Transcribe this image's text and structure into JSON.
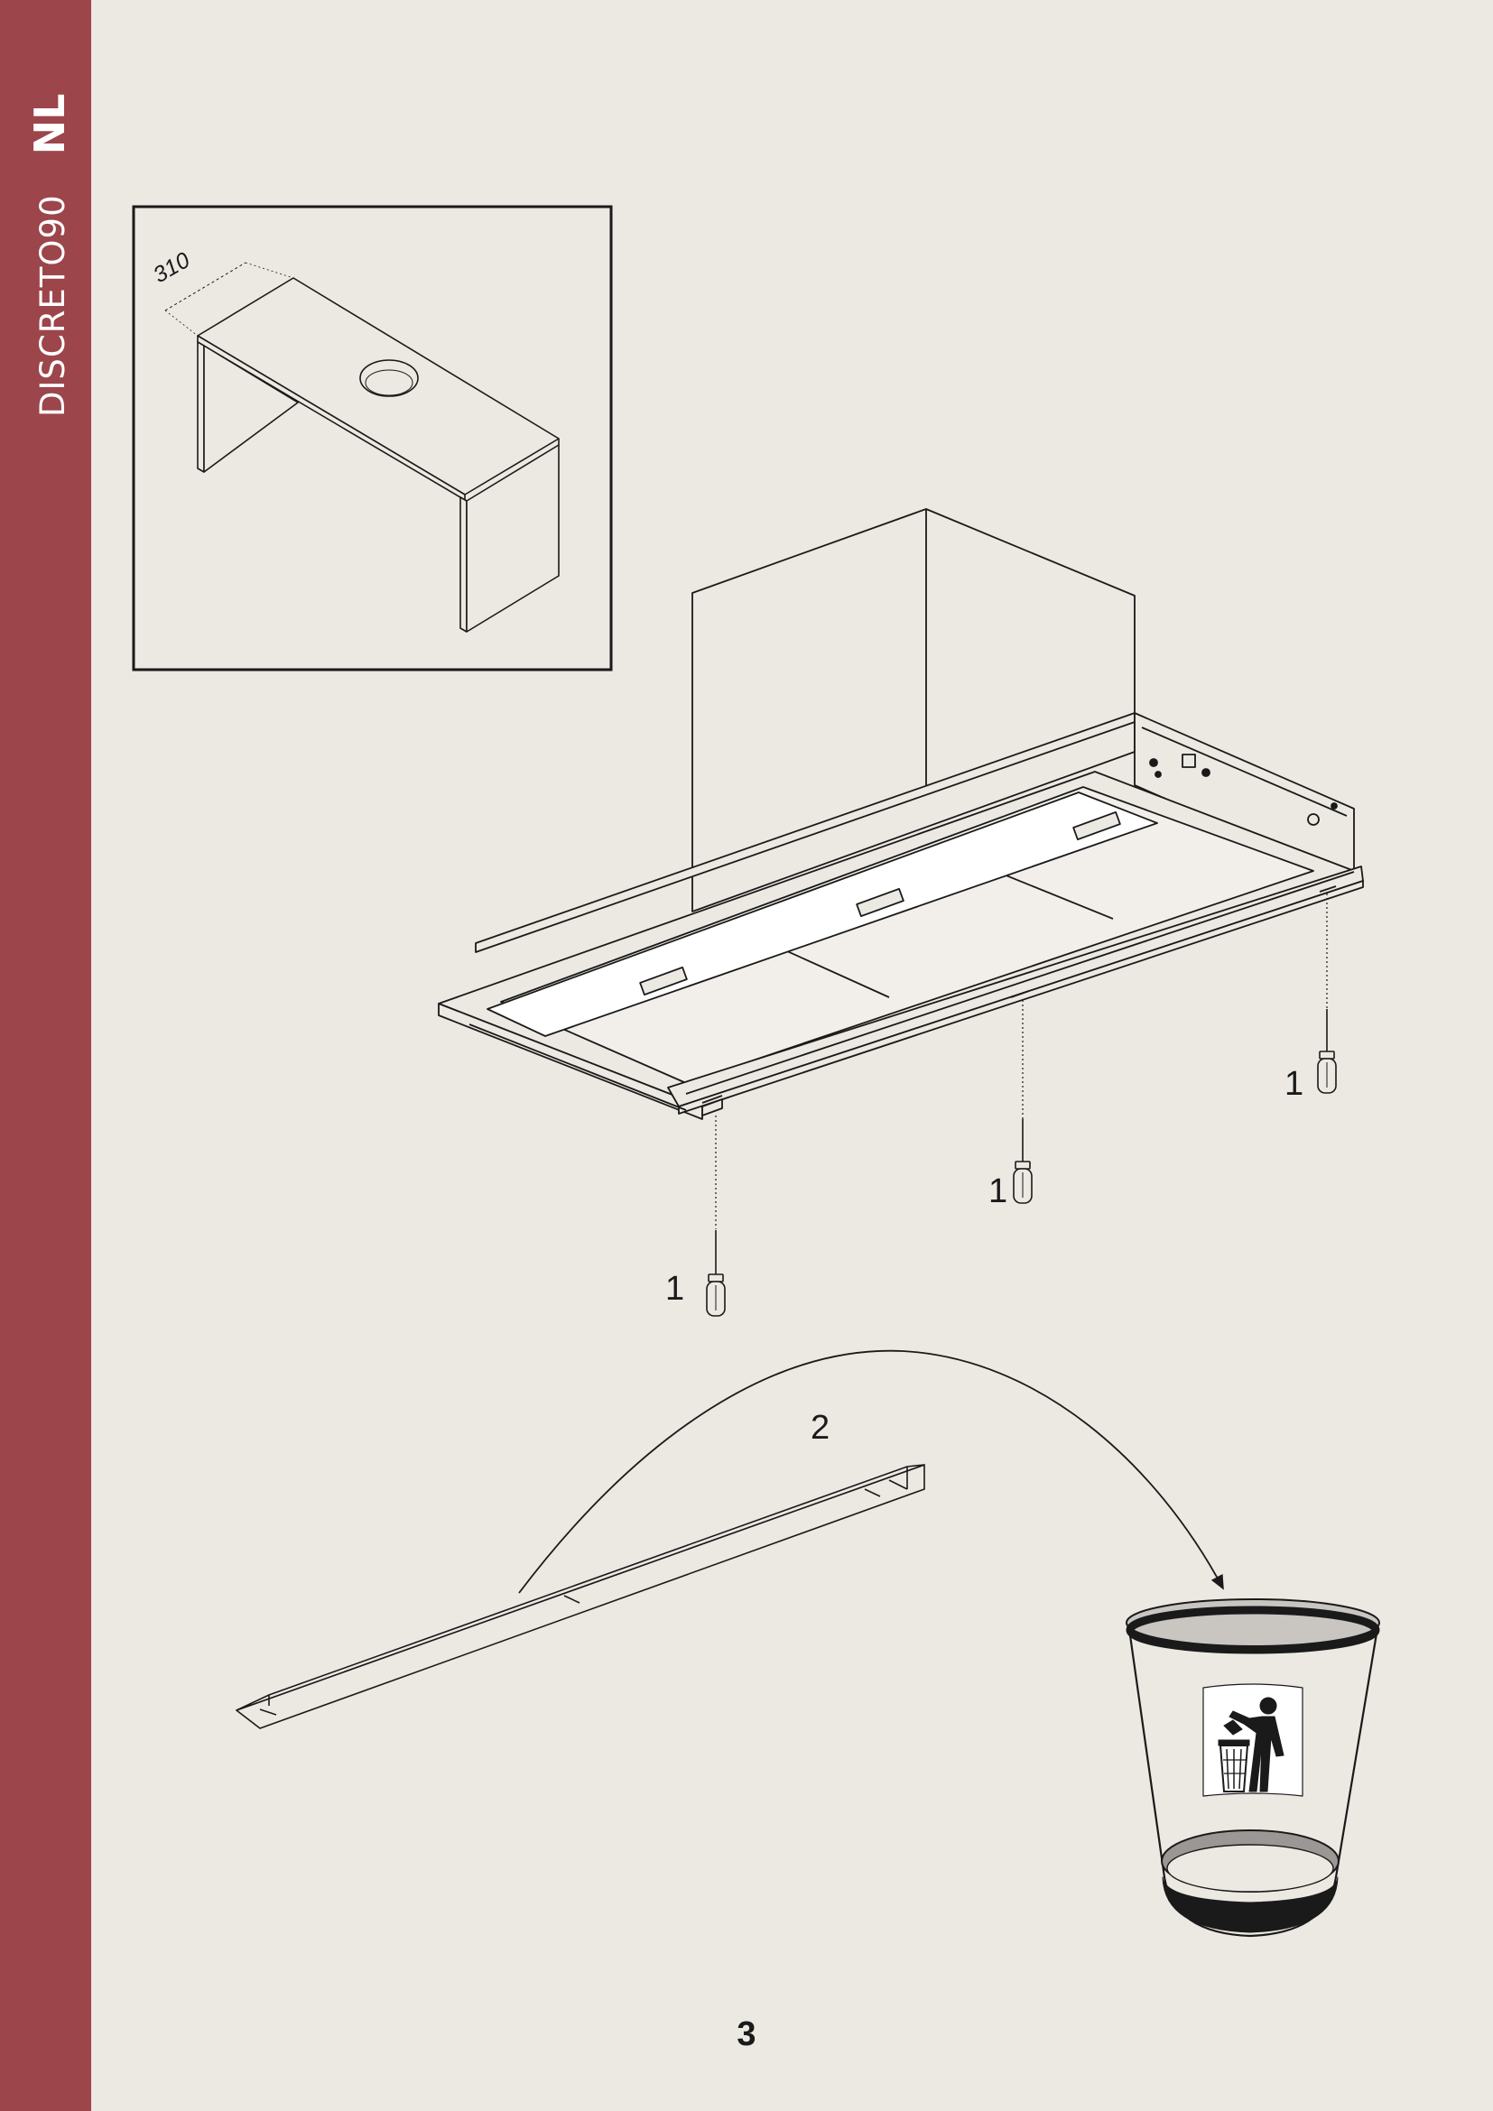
{
  "sidebar": {
    "model": "DISCRETO90",
    "language": "NL"
  },
  "inset": {
    "dimension": "310"
  },
  "callouts": {
    "screw_left": "1",
    "screw_middle": "1",
    "screw_right": "1",
    "remove_step": "2"
  },
  "icons": [
    "screwdriver-icon",
    "trash-bin-icon",
    "recycle-person-icon"
  ],
  "colors": {
    "sidebar": "#9c454b",
    "page": "#ece8e2",
    "line": "#1a1a1a"
  },
  "page_number": "3"
}
